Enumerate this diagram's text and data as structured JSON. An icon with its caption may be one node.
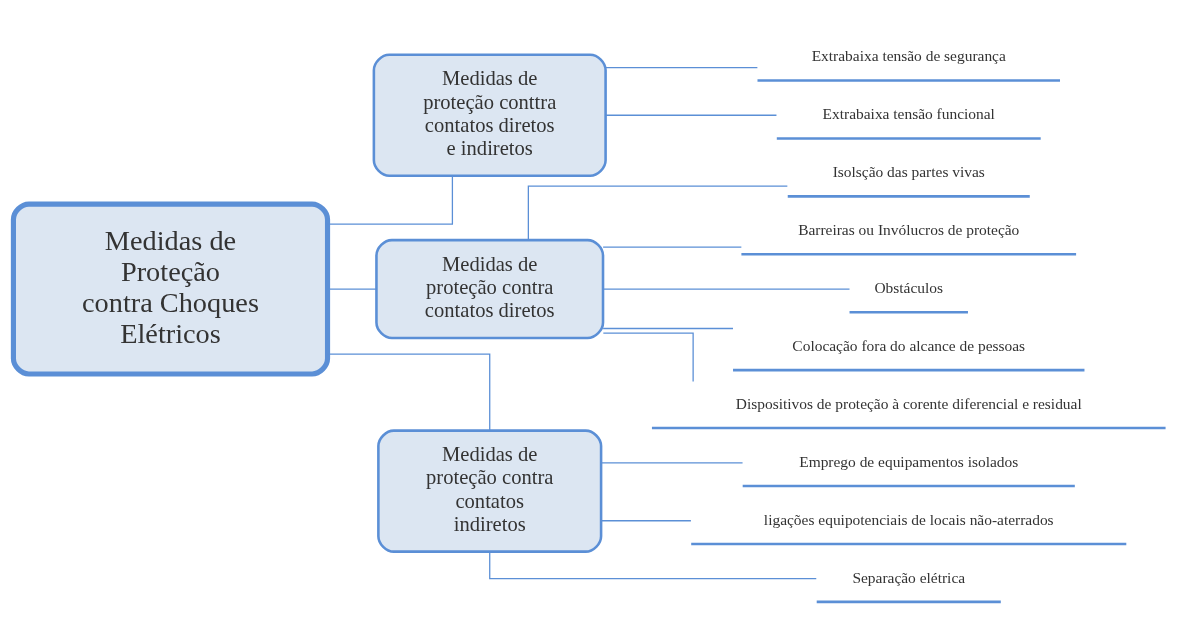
{
  "diagram": {
    "nodes": [
      {
        "text": [
          "Medidas de Proteção contra Choques Elétricos"
        ]
      },
      {
        "text": [
          "Medidas de proteção conttra contatos diretos e indiretos"
        ]
      },
      {
        "text": [
          "Medidas de proteção contra contatos diretos"
        ]
      },
      {
        "text": [
          "Medidas de proteção contra contatos indiretos"
        ]
      },
      {
        "text": [
          "Extrabaixa tensão de segurança"
        ]
      },
      {
        "text": [
          "Extrabaixa tensão funcional"
        ]
      },
      {
        "text": [
          "Isolsção das partes vivas"
        ]
      },
      {
        "text": [
          "Barreiras ou Invólucros de proteção"
        ]
      },
      {
        "text": [
          "Obstáculos"
        ]
      },
      {
        "text": [
          "Colocação fora do alcance de pessoas"
        ]
      },
      {
        "text": [
          "Dispositivos de proteção à corente diferencial e residual"
        ]
      },
      {
        "text": [
          "Emprego de equipamentos isolados"
        ]
      },
      {
        "text": [
          "ligações equipotenciais de locais não-aterrados"
        ]
      },
      {
        "text": [
          "Separação elétrica"
        ]
      }
    ],
    "edges": [
      {
        "from": 0,
        "to": 1,
        "arrow": "none"
      },
      {
        "from": 0,
        "to": 2,
        "arrow": "none"
      },
      {
        "from": 0,
        "to": 3,
        "arrow": "none"
      },
      {
        "from": 1,
        "to": 4,
        "arrow": "none"
      },
      {
        "from": 1,
        "to": 5,
        "arrow": "none"
      },
      {
        "from": 2,
        "to": 6,
        "arrow": "none"
      },
      {
        "from": 2,
        "to": 7,
        "arrow": "none"
      },
      {
        "from": 2,
        "to": 8,
        "arrow": "none"
      },
      {
        "from": 2,
        "to": 9,
        "arrow": "none"
      },
      {
        "from": 2,
        "to": 10,
        "arrow": "none"
      },
      {
        "from": 3,
        "to": 11,
        "arrow": "none"
      },
      {
        "from": 3,
        "to": 12,
        "arrow": "none"
      },
      {
        "from": 3,
        "to": 13,
        "arrow": "none"
      }
    ]
  }
}
